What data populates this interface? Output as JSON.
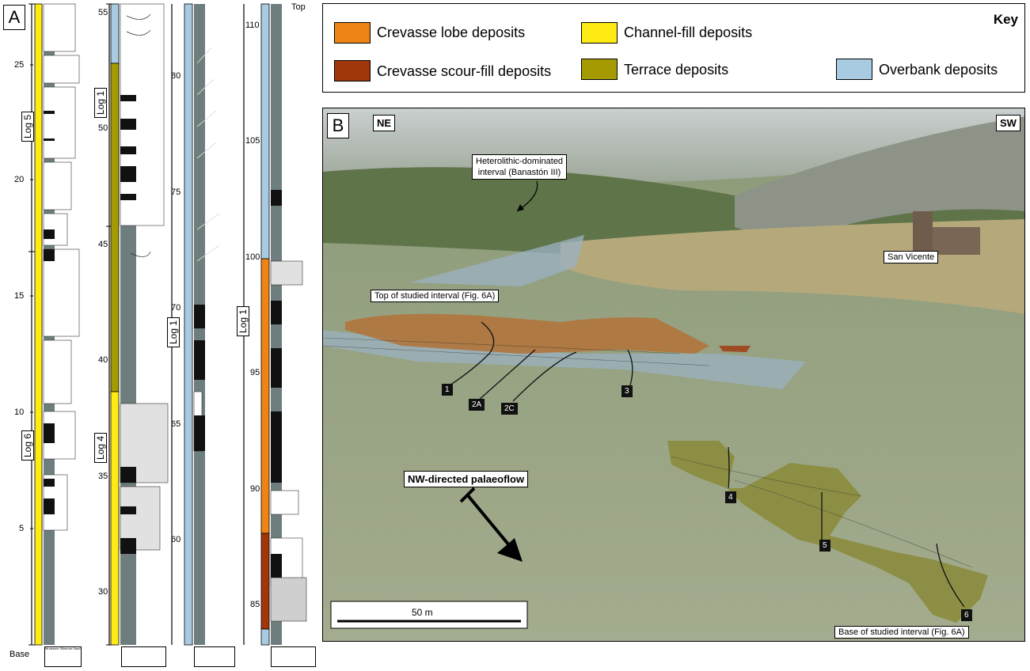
{
  "panel_a": {
    "letter": "A",
    "base_label": "Base",
    "top_label": "Top",
    "column1": {
      "depth_ticks": [
        "5",
        "10",
        "15",
        "20",
        "25"
      ],
      "log_labels": [
        "Log 5",
        "Log 6"
      ]
    },
    "column2": {
      "depth_ticks": [
        "30",
        "35",
        "40",
        "45",
        "50",
        "55"
      ],
      "log_labels": [
        "Log 1",
        "Log 4"
      ]
    },
    "column3": {
      "depth_ticks": [
        "60",
        "65",
        "70",
        "75",
        "80"
      ],
      "log_labels": [
        "Log 1"
      ]
    },
    "column4": {
      "depth_ticks": [
        "85",
        "90",
        "95",
        "100",
        "105",
        "110"
      ],
      "log_labels": [
        "Log 1"
      ]
    },
    "grain_scale": [
      "Mudstone",
      "Siltstone",
      "very fine",
      "Sand",
      "fine",
      "medium",
      "coarse",
      "very coarse",
      "Granule",
      "Pebble",
      "Cobble"
    ]
  },
  "key": {
    "title": "Key",
    "items": [
      {
        "label": "Crevasse lobe deposits",
        "color": "#ee8416"
      },
      {
        "label": "Channel-fill deposits",
        "color": "#ffeb14"
      },
      {
        "label": "Crevasse scour-fill deposits",
        "color": "#a1360b"
      },
      {
        "label": "Terrace deposits",
        "color": "#a59b00"
      },
      {
        "label": "Overbank deposits",
        "color": "#a9cbe2"
      }
    ]
  },
  "panel_b": {
    "letter": "B",
    "ne_label": "NE",
    "sw_label": "SW",
    "heterolithic_label": [
      "Heterolithic-dominated",
      "interval (Banastón III)"
    ],
    "san_vicente": "San Vicente",
    "top_label": "Top of studied interval (Fig. 6A)",
    "base_label": "Base of studied interval (Fig. 6A)",
    "palaeoflow": "NW-directed palaeoflow",
    "scale": "50 m",
    "log_tags": [
      "1",
      "2A",
      "2C",
      "3",
      "4",
      "5",
      "6"
    ]
  }
}
